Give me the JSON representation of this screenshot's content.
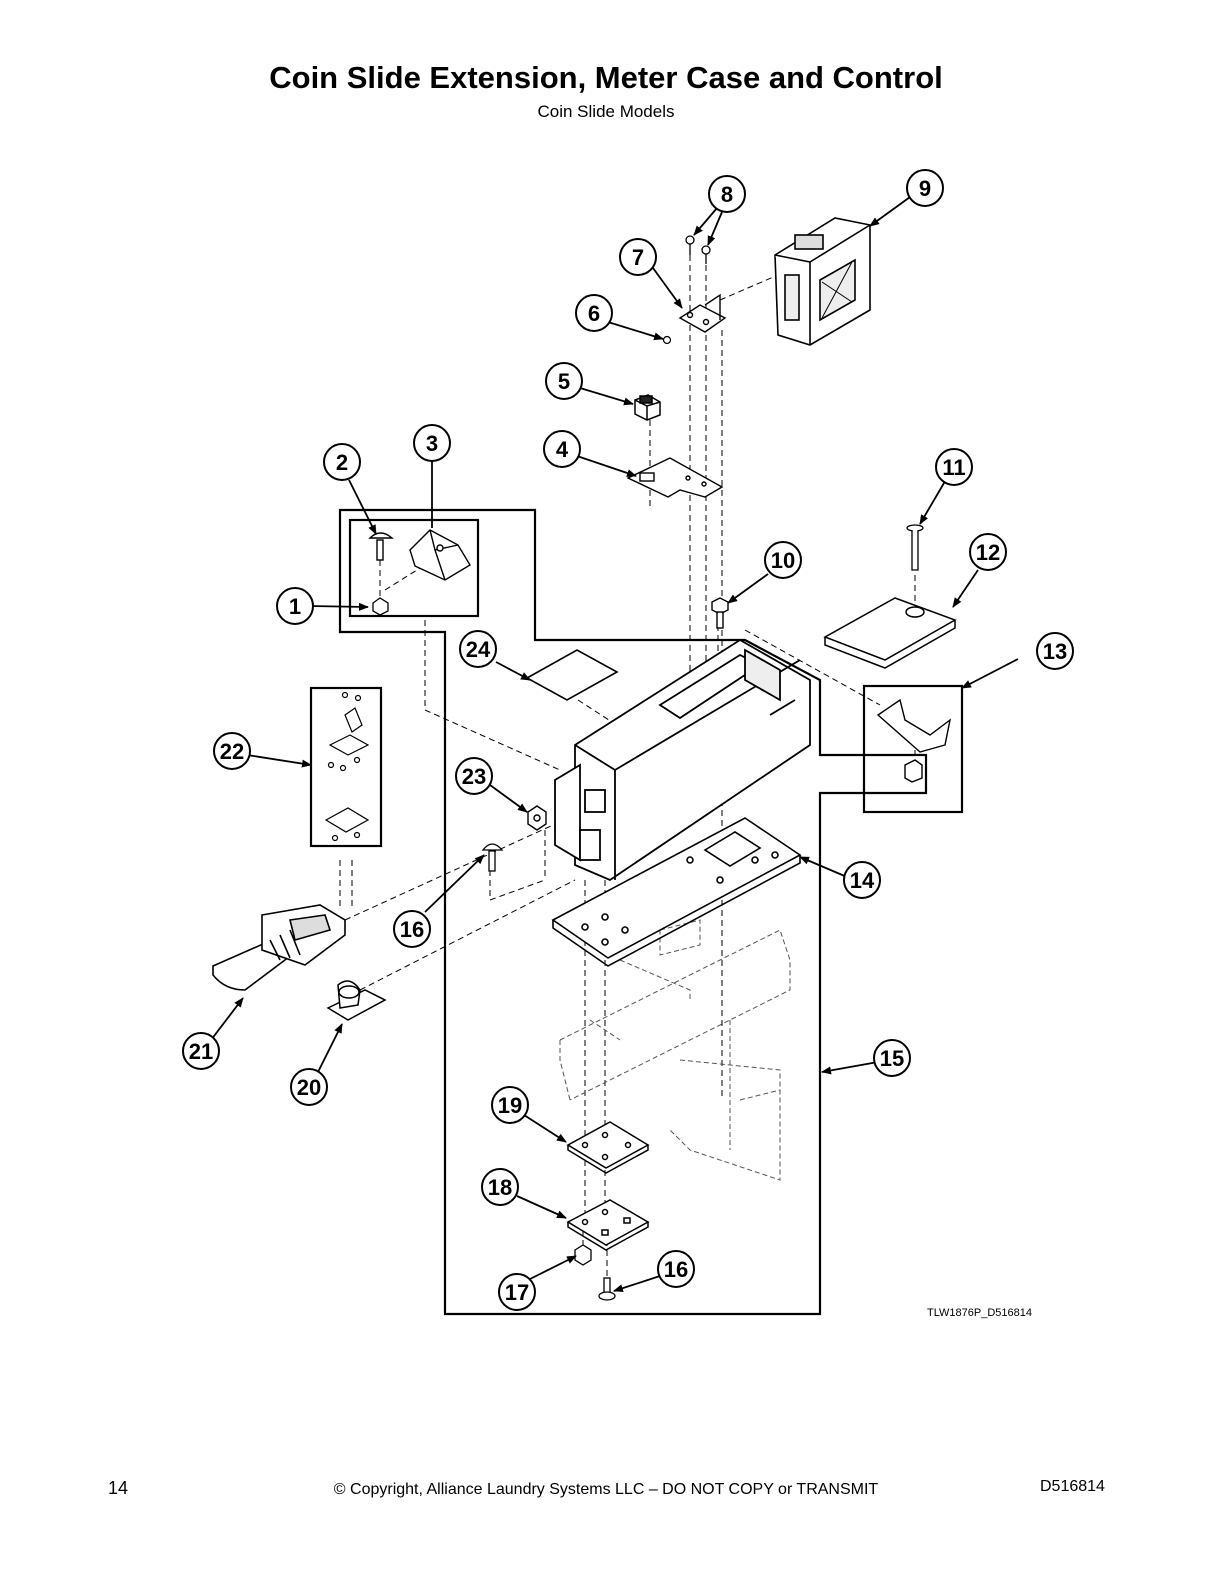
{
  "title": "Coin Slide Extension, Meter Case and Control",
  "subtitle": "Coin Slide Models",
  "figure_id": "TLW1876P_D516814",
  "callouts": [
    "1",
    "2",
    "3",
    "4",
    "5",
    "6",
    "7",
    "8",
    "9",
    "10",
    "11",
    "12",
    "13",
    "14",
    "15",
    "16",
    "16",
    "17",
    "18",
    "19",
    "20",
    "21",
    "22",
    "23",
    "24"
  ],
  "footer": {
    "page_number": "14",
    "copyright": "© Copyright, Alliance Laundry Systems LLC – DO NOT COPY or TRANSMIT",
    "doc_id": "D516814"
  }
}
